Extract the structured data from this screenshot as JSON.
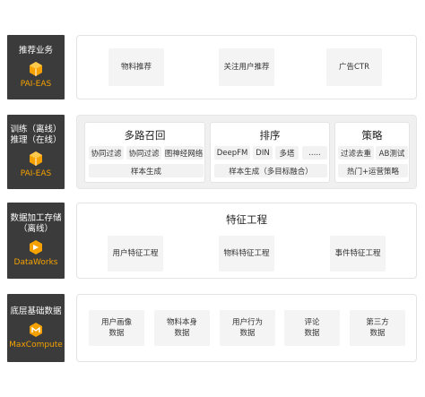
{
  "rows": [
    {
      "side": {
        "lines": [
          "推荐业务"
        ],
        "product": "PAI-EAS"
      },
      "boxes": [
        "物料推荐",
        "关注用户推荐",
        "广告CTR"
      ]
    },
    {
      "side": {
        "lines": [
          "训练（离线）",
          "推理（在线）"
        ],
        "product": "PAI-EAS"
      },
      "groups": [
        {
          "title": "多路召回",
          "chips": [
            "协同过滤",
            "协同过滤",
            "图神经网络"
          ],
          "footer": "样本生成"
        },
        {
          "title": "排序",
          "chips": [
            "DeepFM",
            "DIN",
            "多塔",
            "....."
          ],
          "footer": "样本生成（多目标融合）"
        },
        {
          "title": "策略",
          "chips": [
            "过滤去重",
            "AB测试"
          ],
          "footer": "热门+运营策略"
        }
      ]
    },
    {
      "side": {
        "lines": [
          "数据加工存储",
          "（离线）"
        ],
        "product": "DataWorks"
      },
      "title": "特征工程",
      "boxes": [
        "用户特征工程",
        "物料特征工程",
        "事件特征工程"
      ]
    },
    {
      "side": {
        "lines": [
          "底层基础数据"
        ],
        "product": "MaxCompute"
      },
      "boxes": [
        "用户画像\n数据",
        "物料本身\n数据",
        "用户行为\n数据",
        "评论\n数据",
        "第三方\n数据"
      ]
    }
  ],
  "colors": {
    "side_bg": "#3b3b3b",
    "product_orange": "#f5a200",
    "box_bg": "#f4f4f4"
  },
  "icons": [
    "cube-icon",
    "cube-icon",
    "dataworks-icon",
    "maxcompute-icon"
  ]
}
